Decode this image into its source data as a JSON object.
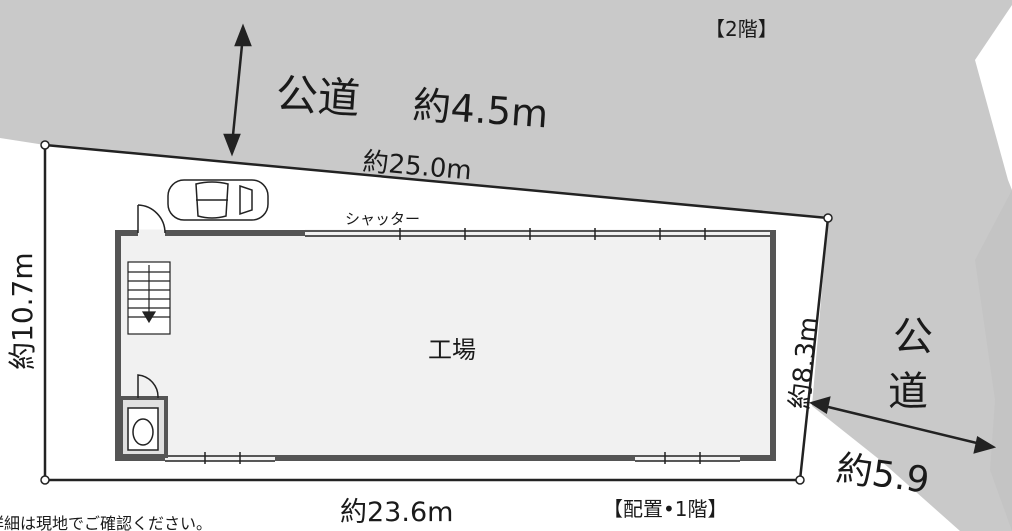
{
  "floor_label_top": "【2階】",
  "road_top": {
    "name": "公道",
    "width": "約4.5m"
  },
  "road_right": {
    "name_1": "公",
    "name_2": "道",
    "width": "約5.9"
  },
  "lot": {
    "top_length": "約25.0m",
    "left_depth": "約10.7m",
    "right_depth": "約8.3m",
    "bottom_length": "約23.6m"
  },
  "building": {
    "room_label": "工場",
    "shutter_label": "シャッター"
  },
  "floor_label_bottom": "【配置•1階】",
  "note": "詳細は現地でご確認ください。",
  "colors": {
    "road": "#c9c9c9",
    "wall": "#555555",
    "floor": "#f1f1f1",
    "line": "#222222"
  }
}
